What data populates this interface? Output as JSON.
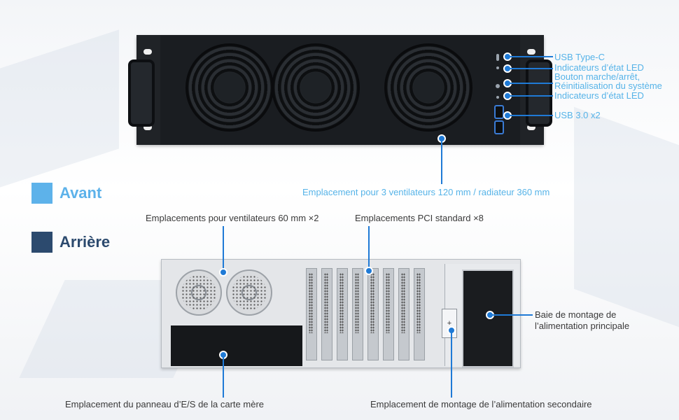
{
  "legend": {
    "front": {
      "label": "Avant",
      "color": "#5db2ea"
    },
    "rear": {
      "label": "Arrière",
      "color": "#2c4a6e"
    }
  },
  "front_callouts": {
    "usb_type_c": "USB Type-C",
    "led_indicators_1": "Indicateurs d’état LED",
    "power_button_line1": "Bouton marche/arrêt,",
    "power_button_line2": "Réinitialisation du système",
    "led_indicators_2": "Indicateurs d’état LED",
    "usb30": "USB 3.0  x2",
    "fan_slots": "Emplacement pour 3 ventilateurs 120 mm / radiateur 360 mm"
  },
  "rear_callouts": {
    "fan_60": "Emplacements pour ventilateurs 60 mm ×2",
    "pci_slots": "Emplacements PCI standard ×8",
    "psu_bay_line1": "Baie de montage de",
    "psu_bay_line2": "l’alimentation principale",
    "io_panel": "Emplacement du panneau d’E/S de la carte mère",
    "psu_secondary": "Emplacement de montage de l’alimentation secondaire"
  },
  "colors": {
    "callout_text": "#56b3e8",
    "leader_line": "#1f7ad6",
    "rear_text": "#3a3a3a"
  },
  "icons": {
    "psu2_mark": "+"
  }
}
